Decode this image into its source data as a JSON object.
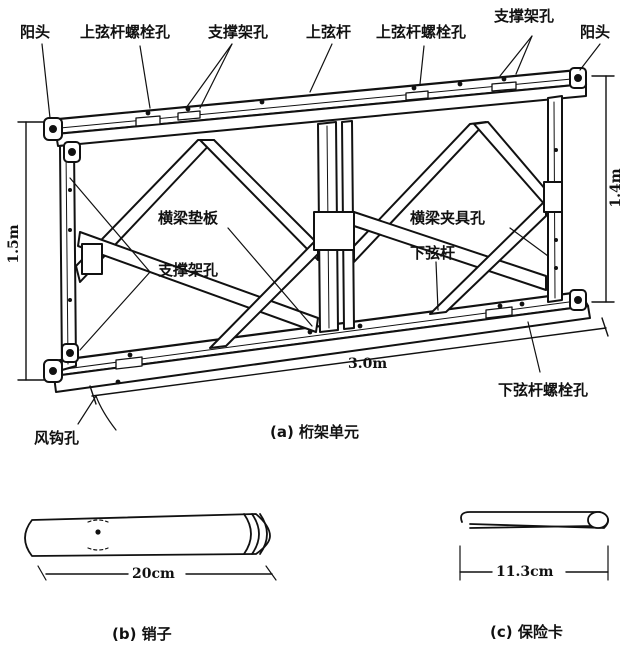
{
  "labels": {
    "female_head_left": "阳头",
    "top_chord_bolt_hole_left": "上弦杆螺栓孔",
    "brace_frame_hole_top_left": "支撑架孔",
    "top_chord": "上弦杆",
    "top_chord_bolt_hole_right": "上弦杆螺栓孔",
    "brace_frame_hole_top_right": "支撑架孔",
    "female_head_right": "阳头",
    "transom_pad": "横梁垫板",
    "transom_clamp_hole": "横梁夹具孔",
    "brace_frame_hole_mid": "支撑架孔",
    "bottom_chord": "下弦杆",
    "bottom_chord_bolt_hole": "下弦杆螺栓孔",
    "wind_hook_hole": "风钩孔"
  },
  "dimensions": {
    "height_left": "1.5m",
    "height_right": "1.4m",
    "length": "3.0m",
    "pin_length": "20cm",
    "clip_length": "11.3cm"
  },
  "captions": {
    "a": "(a) 桁架单元",
    "b": "(b) 销子",
    "c": "(c) 保险卡"
  }
}
